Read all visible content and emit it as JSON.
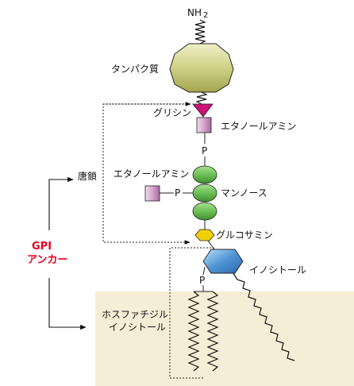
{
  "labels": {
    "nh2": "NH",
    "nh2_sub": "2",
    "protein": "タンパク質",
    "glycine": "グリシン",
    "ethanolamine_top": "エタノールアミン",
    "phosphate_top": "P",
    "sugar_chain": "唐鎖",
    "ethanolamine_side": "エタノールアミン",
    "phosphate_side": "P",
    "mannose": "マンノース",
    "gpi_line1": "GPI",
    "gpi_line2": "アンカー",
    "glucosamine": "グルコサミン",
    "inositol": "イノシトール",
    "phosphate_lipid": "P",
    "phosphatidyl_line1": "ホスファチジル",
    "phosphatidyl_line2": "イノシトール"
  },
  "colors": {
    "protein_fill": "#c8c878",
    "glycine_fill": "#cc1177",
    "ethanolamine_fill": "#d4a0c8",
    "mannose_fill": "#66bb55",
    "glucosamine_fill": "#f0d000",
    "inositol_fill": "#4488cc",
    "membrane_fill": "#f6edd6",
    "gpi_text": "#e8001c"
  }
}
